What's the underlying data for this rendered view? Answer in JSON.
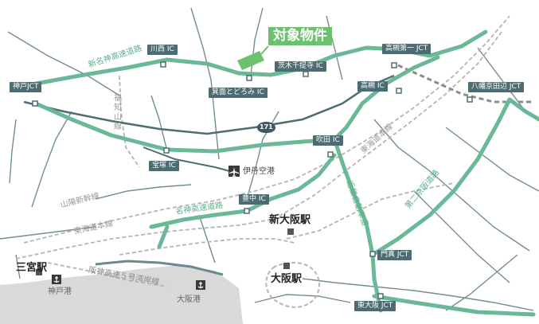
{
  "target": {
    "label": "対象物件"
  },
  "ic_labels": {
    "kawanishi": "川西 IC",
    "ibaraki_sentei": "茨木千提寺 IC",
    "takatsuki_daiichi": "高槻第一 JCT",
    "kobe_jct": "神戸JCT",
    "minoh": "箕面とどろみ IC",
    "takatsuki": "高槻 IC",
    "yawata": "八幡京田辺 JCT",
    "suita": "吹田 IC",
    "takarazuka": "宝塚 IC",
    "toyonaka": "豊中 IC",
    "kadoma": "門真 JCT",
    "higashiosaka": "東大阪 JCT"
  },
  "road_labels": {
    "shin_meishin": "新名神高速道路",
    "meishin": "名神高速道路",
    "kinki": "近畿自動車道",
    "dai2keihan": "第二京阪道路",
    "hanshin": "阪神高速５号湾岸線"
  },
  "rail_labels": {
    "fukuchiyama": "福知山線",
    "sanyo": "山陽新幹線",
    "tokaido_w": "東海道本線",
    "tokaido_e": "東海道本線"
  },
  "stations": {
    "shin_osaka": "新大阪駅",
    "osaka": "大阪駅",
    "sannomiya": "三宮駅"
  },
  "poi": {
    "airport": "伊丹空港",
    "kobe_port": "神戸港",
    "osaka_port": "大阪港",
    "route_number": "171"
  },
  "colors": {
    "expressway": "#6ab895",
    "road": "#4e6d72",
    "rail": "#b5b5b5",
    "jr": "#8c8c8c",
    "sea": "#d9d9d9",
    "target": "#6cc16d"
  }
}
